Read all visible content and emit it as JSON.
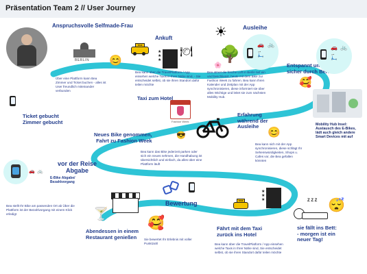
{
  "header": {
    "title": "Präsentation Team 2 // User Journey"
  },
  "persona": {
    "title": "Anspruchsvolle Selfmade-Frau"
  },
  "steps": {
    "ticket": {
      "label": "Ticket gebucht\nZimmer gebucht",
      "desc": "Über eine Plattform kann Bea Zimmer und Ticket buchen - alles ist User freundlich miteinander verbunden"
    },
    "ankuft": {
      "label": "Ankuft",
      "desc": "Bea kann über die TravelPlatform / App einsehen welche Taxis in Ihrer Nähe sind, - Sie entscheidet selbst, ob sie ihren Standort dafür teilen möchte"
    },
    "taxi_hotel": {
      "label": "Taxi zum Hotel"
    },
    "ausleihe": {
      "label": "Ausleihe",
      "desc": "Bea atmet die frische Luft in Berlin tief ein und beschliesst, heute mit dem Bike zur Fashion Week zu fahren. Bea kann Ihren Kalender und Zeitplan mit der App synchronisieren, diese informiert sie über alles Wichtige und leitet sie zum nächsten Mobility Hub."
    },
    "entspannt": {
      "label": "Entspannt und\nsicher durch Berlin"
    },
    "mobility_hub": {
      "label": "Mobility Hub Insel:\nAustausch des E-Bikes,\nlädt auch gleich andere\nSmart Devices mit auf"
    },
    "erfahrung": {
      "label": "Erfahrung\nwährend der\nAusleihe",
      "desc": "Bea kann sich mit der App synchronisieren, diese schlägt Ihr Sehenswürdigkeiten, Shops u. Cafes vor, die Bea gefallen könnten"
    },
    "neues_bike": {
      "label": "Neues Bike genommen,\nFahrt zu Fashion Week",
      "desc": "Bea kann das Bike jederzeit parken oder sich ein neues nehmen, die Handhabung ist übersichtlich und einfach, da alles über eine Plattform läuft"
    },
    "fashion_week": {
      "label": "Fashion Week"
    },
    "vor_reise": {
      "label": "vor der Reise\nAbgabe",
      "sub": "E-Bike Abgabe/\nBezahlvorgang",
      "desc": "Bea stellt Ihr Bike am passenden Ort ab Über die Plattform ist der Bezahlvorgang mit einem Klick erledigt"
    },
    "bewertung": {
      "label": "Bewertung"
    },
    "abendessen": {
      "label": "Abendessen in einem\nRestaurant genießen",
      "desc": "Sie bewertet Ihr Erlebnis mit voller Punktzahl"
    },
    "taxi_zurueck": {
      "label": "Fährt mit dem Taxi\nzurück ins Hotel",
      "desc": "Bea kann über die TravelPlatform / App einsehen welche Taxis in Ihrer Nähe sind, Sie entscheidet selbst, ob sie ihren Standort dafür teilen möchte"
    },
    "bett": {
      "label": "sie fällt ins Bett:\n- morgen ist ein\nneuer Tag!"
    }
  },
  "icon_texts": {
    "berlin": "BERLIN",
    "taxi": "TAXI",
    "zzz": "Z Z Z"
  },
  "colors": {
    "path": "#2ec4d6",
    "heading": "#1f3a8a",
    "circle": "#d6f7f7",
    "title_bg": "#eef1f5"
  }
}
